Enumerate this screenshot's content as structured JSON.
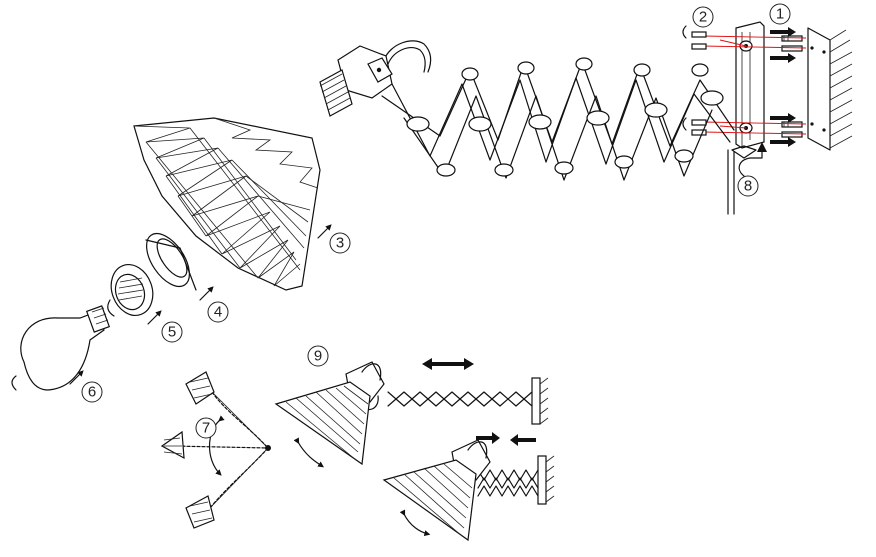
{
  "diagram": {
    "steps": [
      "1",
      "2",
      "3",
      "4",
      "5",
      "6",
      "7",
      "8",
      "9"
    ],
    "colors": {
      "line": "#111111",
      "guide": "#e01010",
      "fill": "#ffffff",
      "background": "#ffffff"
    },
    "icons": [
      "wall-plate-icon",
      "screw-icon",
      "scissor-arm-icon",
      "lampshade-icon",
      "shade-ring-icon",
      "socket-ring-icon",
      "light-bulb-icon",
      "rotation-arrow-icon",
      "extend-arrow-icon",
      "wall-bracket-icon"
    ]
  }
}
